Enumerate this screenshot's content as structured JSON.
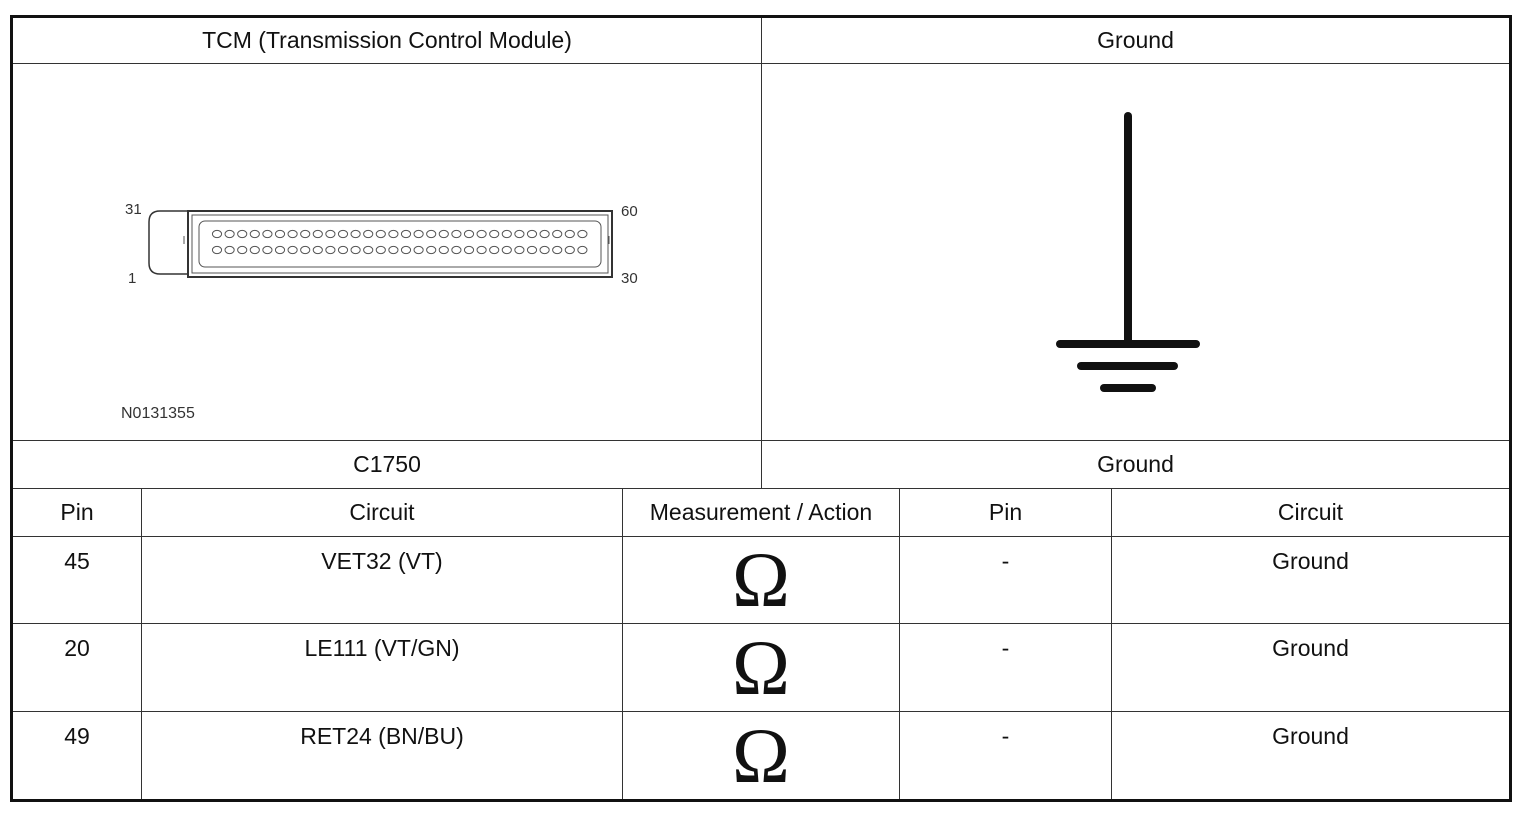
{
  "header": {
    "left_title": "TCM (Transmission Control Module)",
    "right_title": "Ground"
  },
  "connector": {
    "pin_top_left": "31",
    "pin_top_right": "60",
    "pin_bottom_left": "1",
    "pin_bottom_right": "30",
    "part_number": "N0131355"
  },
  "labels": {
    "left_connector": "C1750",
    "right_connector": "Ground"
  },
  "columns": {
    "pin": "Pin",
    "circuit": "Circuit",
    "measurement": "Measurement / Action",
    "pin2": "Pin",
    "circuit2": "Circuit"
  },
  "rows": [
    {
      "pin": "45",
      "circuit": "VET32 (VT)",
      "measurement": "Ω",
      "pin2": "-",
      "circuit2": "Ground"
    },
    {
      "pin": "20",
      "circuit": "LE111 (VT/GN)",
      "measurement": "Ω",
      "pin2": "-",
      "circuit2": "Ground"
    },
    {
      "pin": "49",
      "circuit": "RET24 (BN/BU)",
      "measurement": "Ω",
      "pin2": "-",
      "circuit2": "Ground"
    }
  ]
}
